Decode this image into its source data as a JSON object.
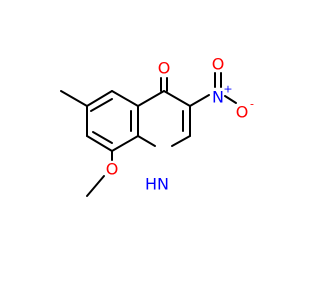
{
  "molecule": {
    "atoms": {
      "carbonyl_oxygen": "O",
      "nitro_nitrogen": "N",
      "nitro_nitrogen_charge": "+",
      "nitro_oxygen_right": "O",
      "nitro_oxygen_right_charge": "-",
      "nitro_oxygen_top": "O",
      "ring_nh": "H",
      "ring_n": "N",
      "methoxy_oxygen": "O"
    },
    "colors": {
      "oxygen": "#ff0000",
      "nitrogen": "#0000ff",
      "bond": "#000000"
    }
  }
}
